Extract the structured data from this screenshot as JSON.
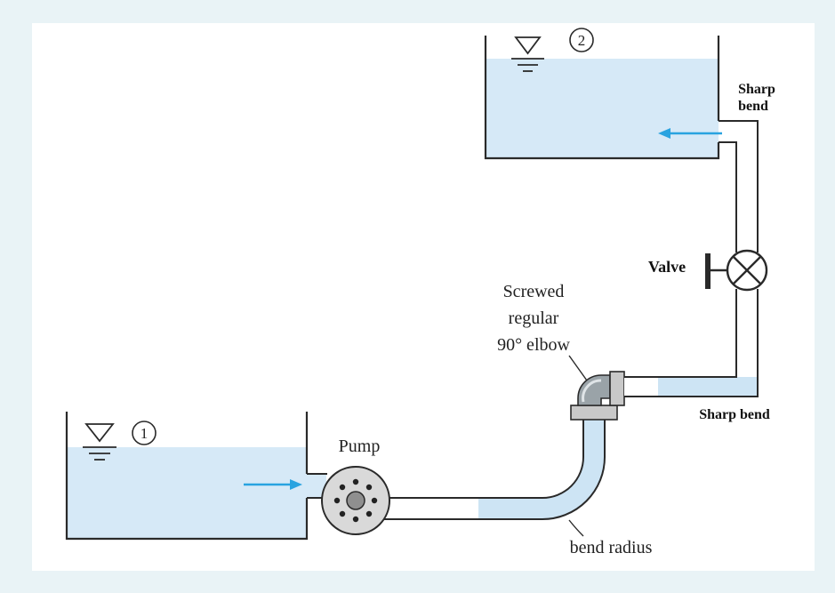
{
  "labels": {
    "tank2_marker": "2",
    "tank1_marker": "1",
    "sharp_bend_top": [
      "Sharp",
      "bend"
    ],
    "valve": "Valve",
    "elbow": [
      "Screwed",
      "regular",
      "90° elbow"
    ],
    "sharp_bend_bottom": "Sharp bend",
    "pump": "Pump",
    "bend_radius": "bend radius"
  },
  "colors": {
    "water": "#d6e9f7",
    "pipe_fill": "#cde4f4",
    "flow_arrow": "#29a3e0",
    "outline": "#2a2a2a"
  }
}
